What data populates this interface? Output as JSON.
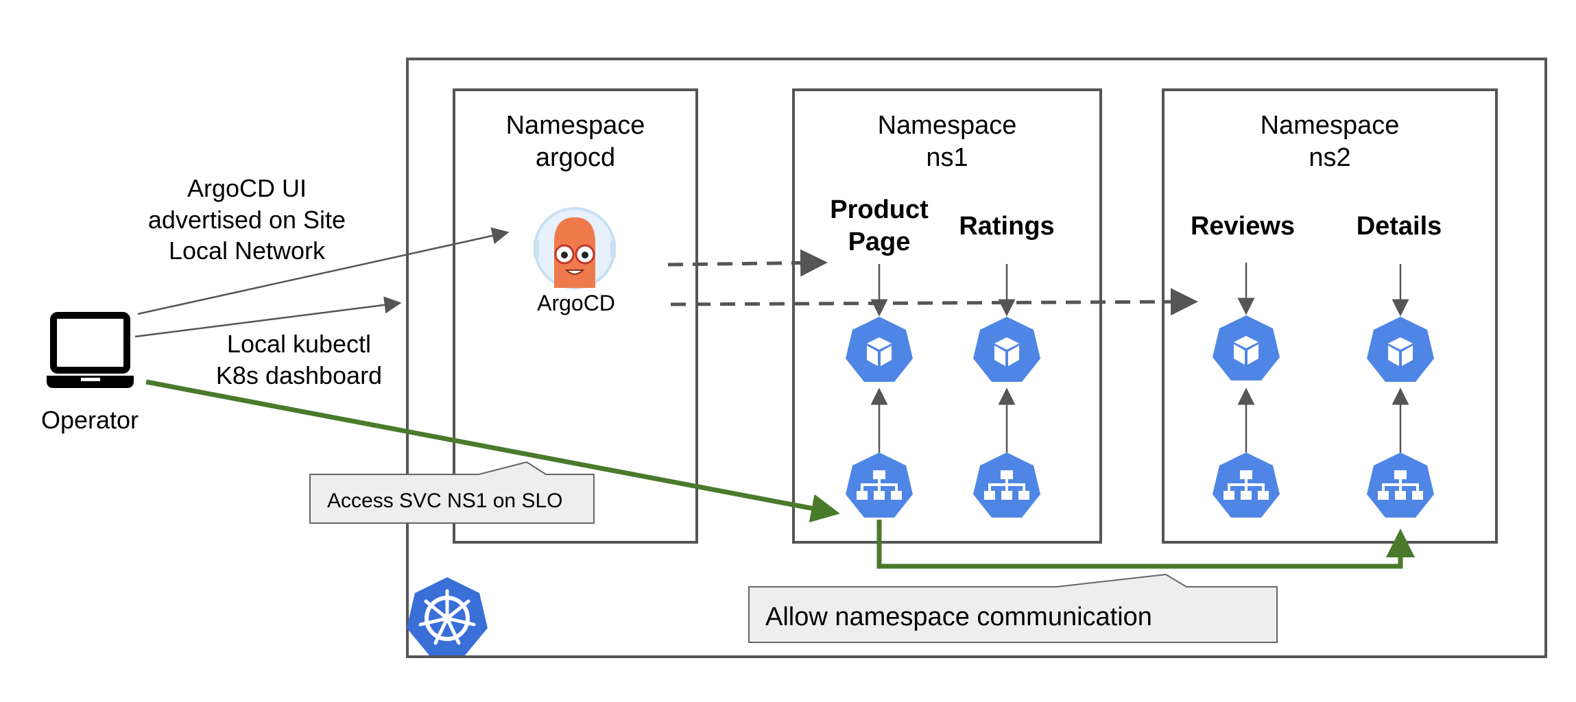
{
  "namespaces": {
    "argocd": {
      "line1": "Namespace",
      "line2": "argocd"
    },
    "ns1": {
      "line1": "Namespace",
      "line2": "ns1"
    },
    "ns2": {
      "line1": "Namespace",
      "line2": "ns2"
    }
  },
  "argocd_app": {
    "label": "ArgoCD",
    "icon": "argocd-mascot-icon"
  },
  "services": {
    "product_page": {
      "line1": "Product",
      "line2": "Page"
    },
    "ratings": {
      "label": "Ratings"
    },
    "reviews": {
      "label": "Reviews"
    },
    "details": {
      "label": "Details"
    }
  },
  "operator": {
    "label": "Operator",
    "icon": "laptop-icon"
  },
  "links": {
    "argocd_ui": {
      "line1": "ArgoCD UI",
      "line2": "advertised on Site",
      "line3": "Local Network"
    },
    "kubectl": {
      "line1": "Local kubectl",
      "line2": "K8s dashboard"
    }
  },
  "callouts": {
    "access_svc": "Access SVC NS1 on SLO",
    "allow_ns": "Allow namespace communication"
  },
  "icons": {
    "pod": "kubernetes-pod-icon",
    "service": "kubernetes-service-icon",
    "cluster": "kubernetes-helm-wheel-icon"
  },
  "colors": {
    "k8s_blue": "#4f86e6",
    "green_arrow": "#4a7a2c",
    "border": "#555555",
    "callout_fill": "#eeeeee"
  }
}
